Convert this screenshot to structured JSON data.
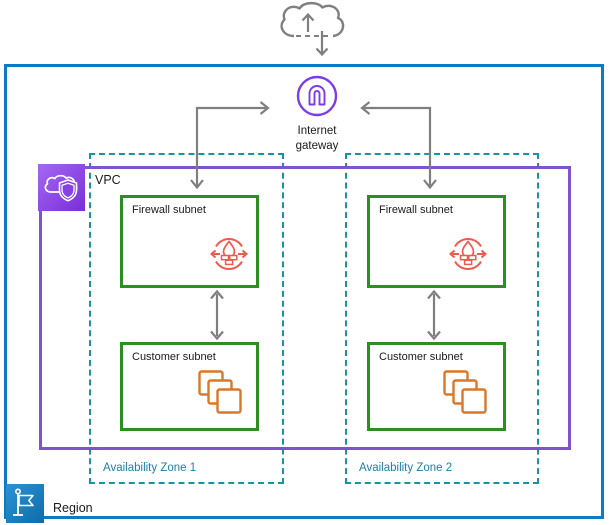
{
  "internet": {
    "icon": "internet-cloud"
  },
  "internet_gateway": {
    "label": "Internet gateway",
    "icon": "internet-gateway"
  },
  "vpc": {
    "label": "VPC",
    "icon": "vpc-cloud-shield"
  },
  "region": {
    "label": "Region",
    "icon": "region-flag"
  },
  "zones": [
    {
      "label": "Availability Zone 1",
      "subnets": [
        {
          "label": "Firewall subnet",
          "icon": "network-firewall"
        },
        {
          "label": "Customer subnet",
          "icon": "workload-instances"
        }
      ]
    },
    {
      "label": "Availability Zone 2",
      "subnets": [
        {
          "label": "Firewall subnet",
          "icon": "network-firewall"
        },
        {
          "label": "Customer subnet",
          "icon": "workload-instances"
        }
      ]
    }
  ],
  "colors": {
    "region_border": "#0B7CC1",
    "vpc_border": "#7F52D0",
    "availability_zone_border": "#1693A5",
    "availability_zone_label": "#1E80A8",
    "subnet_border": "#2F8E23",
    "firewall_icon": "#EC5B50",
    "customer_icon": "#DB7726",
    "internet_gateway_icon": "#7B3DEB",
    "vpc_icon_background": "#8C4FFF",
    "region_icon_background": "#1C81C5",
    "arrow": "#7F7F7F",
    "cloud_icon": "#808080"
  }
}
